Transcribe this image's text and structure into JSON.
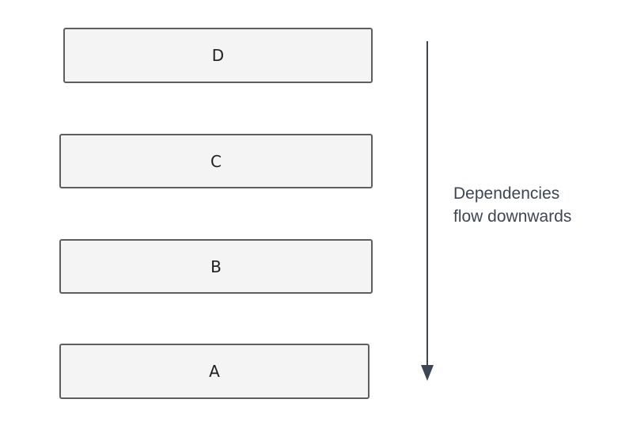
{
  "diagram": {
    "layers": [
      {
        "id": "D",
        "label": "D"
      },
      {
        "id": "C",
        "label": "C"
      },
      {
        "id": "B",
        "label": "B"
      },
      {
        "id": "A",
        "label": "A"
      }
    ],
    "caption_lines": [
      "Dependencies",
      "flow downwards"
    ],
    "arrow_direction": "down",
    "colors": {
      "box_fill": "#f4f4f4",
      "box_border": "#5e5e5e",
      "arrow": "#3c4654",
      "caption_text": "#3c4654"
    }
  }
}
